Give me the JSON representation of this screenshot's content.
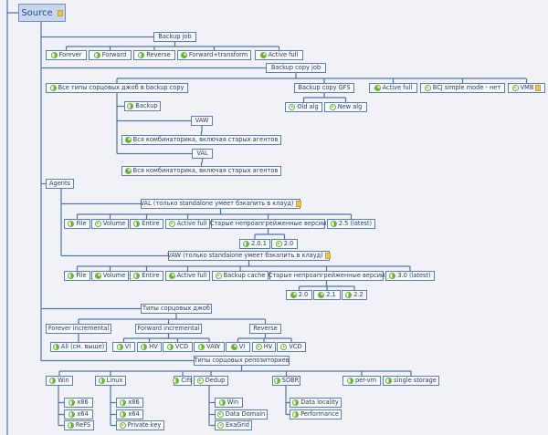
{
  "nodes": {
    "root": {
      "label": "Source",
      "note": true
    },
    "bj": {
      "label": "Backup job"
    },
    "bj_forever": {
      "label": "Forever",
      "icon": "half"
    },
    "bj_forward": {
      "label": "Forward",
      "icon": "half"
    },
    "bj_reverse": {
      "label": "Reverse",
      "icon": "half"
    },
    "bj_fwdt": {
      "label": "Forward+transform",
      "icon": "pie"
    },
    "bj_active": {
      "label": "Active full",
      "icon": "pie"
    },
    "bcj": {
      "label": "Backup copy job"
    },
    "bcj_all": {
      "label": "Все типы сорцовых джоб в backup copy",
      "icon": "half"
    },
    "bcj_gfs": {
      "label": "Backup copy GFS"
    },
    "bcj_active": {
      "label": "Active full",
      "icon": "pie"
    },
    "bcj_simple": {
      "label": "BCJ simple mode - нет",
      "icon": "play"
    },
    "bcj_vmb": {
      "label": "VMB",
      "icon": "play",
      "note": true
    },
    "gfs_old": {
      "label": "Old alg",
      "icon": "play"
    },
    "gfs_new": {
      "label": "New alg",
      "icon": "play"
    },
    "all_backup": {
      "label": "Backup",
      "icon": "half"
    },
    "all_vaw": {
      "label": "VAW"
    },
    "all_vaw_comb": {
      "label": "Вся комбинаторика, включая старых агентов",
      "icon": "pie"
    },
    "all_val": {
      "label": "VAL"
    },
    "all_val_comb": {
      "label": "Вся комбинаторика, включая старых агентов",
      "icon": "pie"
    },
    "agents": {
      "label": "Agents"
    },
    "val": {
      "label": "VAL (только standalone умеет бэкапить в клауд)",
      "note": true
    },
    "val_file": {
      "label": "File",
      "icon": "half"
    },
    "val_volume": {
      "label": "Volume",
      "icon": "play"
    },
    "val_entire": {
      "label": "Entire",
      "icon": "half"
    },
    "val_active": {
      "label": "Active full",
      "icon": "play"
    },
    "val_old": {
      "label": "Старые непроапгрейженные версии"
    },
    "val_latest": {
      "label": "2.5 (latest)",
      "icon": "half"
    },
    "val_201": {
      "label": "2.0.1",
      "icon": "half"
    },
    "val_20": {
      "label": "2.0",
      "icon": "play"
    },
    "vaw": {
      "label": "VAW (только standalone умеет бэкапить в клауд)",
      "note": true
    },
    "vaw_file": {
      "label": "File",
      "icon": "half"
    },
    "vaw_volume": {
      "label": "Volume",
      "icon": "pie"
    },
    "vaw_entire": {
      "label": "Entire",
      "icon": "half"
    },
    "vaw_active": {
      "label": "Active full",
      "icon": "pie"
    },
    "vaw_cache": {
      "label": "Backup cache",
      "icon": "play"
    },
    "vaw_old": {
      "label": "Старые непроапгрейженные версии"
    },
    "vaw_latest": {
      "label": "3.0 (latest)",
      "icon": "half"
    },
    "vaw_20": {
      "label": "2.0",
      "icon": "pie"
    },
    "vaw_21": {
      "label": "2.1",
      "icon": "pie"
    },
    "vaw_22": {
      "label": "2.2",
      "icon": "half"
    },
    "jobs": {
      "label": "Типы сорцовых джоб"
    },
    "jobs_fi": {
      "label": "Forever incremental"
    },
    "jobs_fwd": {
      "label": "Forward incremental"
    },
    "jobs_rev": {
      "label": "Reverse"
    },
    "fi_all": {
      "label": "All (см. выше)",
      "icon": "half"
    },
    "fwd_vi": {
      "label": "VI",
      "icon": "half"
    },
    "fwd_hv": {
      "label": "HV",
      "icon": "half"
    },
    "fwd_vcd": {
      "label": "VCD",
      "icon": "half"
    },
    "fwd_vaw": {
      "label": "VAW",
      "icon": "half"
    },
    "rev_vi": {
      "label": "VI",
      "icon": "pie"
    },
    "rev_hv": {
      "label": "HV",
      "icon": "play"
    },
    "rev_vcd": {
      "label": "VCD",
      "icon": "play"
    },
    "repos": {
      "label": "Типы сорцовых репозиториев"
    },
    "r_win": {
      "label": "Win",
      "icon": "half"
    },
    "r_linux": {
      "label": "Linux",
      "icon": "half"
    },
    "r_cifs": {
      "label": "Cifs",
      "icon": "half"
    },
    "r_dedup": {
      "label": "Dedup",
      "icon": "play"
    },
    "r_sobr": {
      "label": "SOBR",
      "icon": "half"
    },
    "r_pervm": {
      "label": "per-vm",
      "icon": "half"
    },
    "r_single": {
      "label": "single storage",
      "icon": "half"
    },
    "win_x86": {
      "label": "x86",
      "icon": "half"
    },
    "win_x64": {
      "label": "x64",
      "icon": "half"
    },
    "win_refs": {
      "label": "ReFS",
      "icon": "half"
    },
    "lin_x86": {
      "label": "x86",
      "icon": "half"
    },
    "lin_x64": {
      "label": "x64",
      "icon": "half"
    },
    "lin_key": {
      "label": "Private key",
      "icon": "play"
    },
    "dd_win": {
      "label": "Win",
      "icon": "half"
    },
    "dd_dd": {
      "label": "Data Domain",
      "icon": "play"
    },
    "dd_exa": {
      "label": "ExaGrid",
      "icon": "play"
    },
    "sobr_loc": {
      "label": "Data locality",
      "icon": "half"
    },
    "sobr_perf": {
      "label": "Performance",
      "icon": "half"
    }
  }
}
